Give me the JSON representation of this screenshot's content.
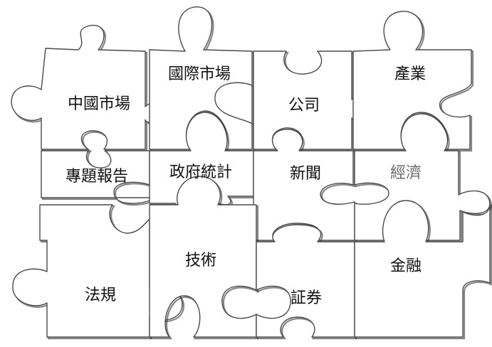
{
  "pieces": [
    {
      "id": "china-market",
      "label": "中國市場"
    },
    {
      "id": "intl-market",
      "label": "國際市場"
    },
    {
      "id": "company",
      "label": "公司"
    },
    {
      "id": "industry",
      "label": "產業"
    },
    {
      "id": "special-report",
      "label": "專題報告"
    },
    {
      "id": "gov-stats",
      "label": "政府統計"
    },
    {
      "id": "news",
      "label": "新聞"
    },
    {
      "id": "economy",
      "label": "經濟"
    },
    {
      "id": "technology",
      "label": "技術"
    },
    {
      "id": "finance",
      "label": "金融"
    },
    {
      "id": "regulations",
      "label": "法規"
    },
    {
      "id": "securities",
      "label": "証券"
    }
  ]
}
